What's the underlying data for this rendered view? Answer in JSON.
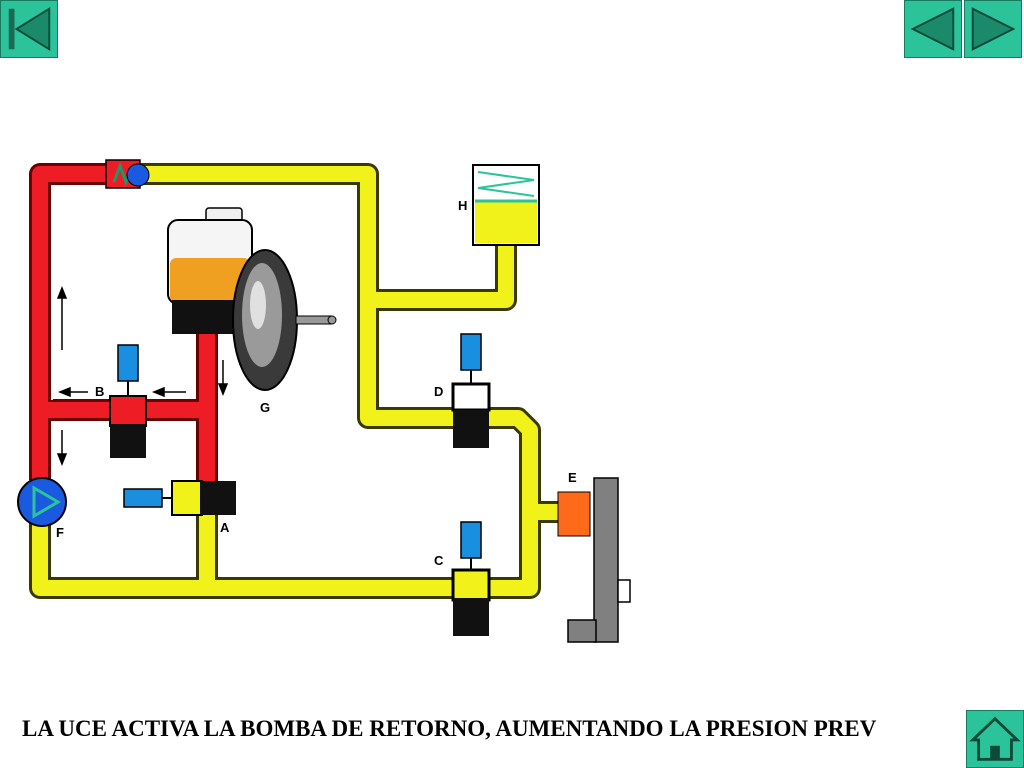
{
  "nav": {
    "first_icon": "skip-to-first-icon",
    "prev_icon": "triangle-left-icon",
    "next_icon": "triangle-right-icon",
    "home_icon": "home-icon"
  },
  "labels": {
    "A": "A",
    "B": "B",
    "C": "C",
    "D": "D",
    "E": "E",
    "F": "F",
    "G": "G",
    "H": "H"
  },
  "caption": "LA UCE ACTIVA LA BOMBA DE RETORNO, AUMENTANDO LA PRESION PREV",
  "colors": {
    "high_pressure": "#ee1c25",
    "low_pressure": "#f2f21b",
    "solenoid": "#1a8fe0",
    "valve_body": "#000000",
    "nav_button": "#2bc49a",
    "caliper": "#ff6a1a",
    "disc": "#808080",
    "fluid": "#f0a020"
  }
}
